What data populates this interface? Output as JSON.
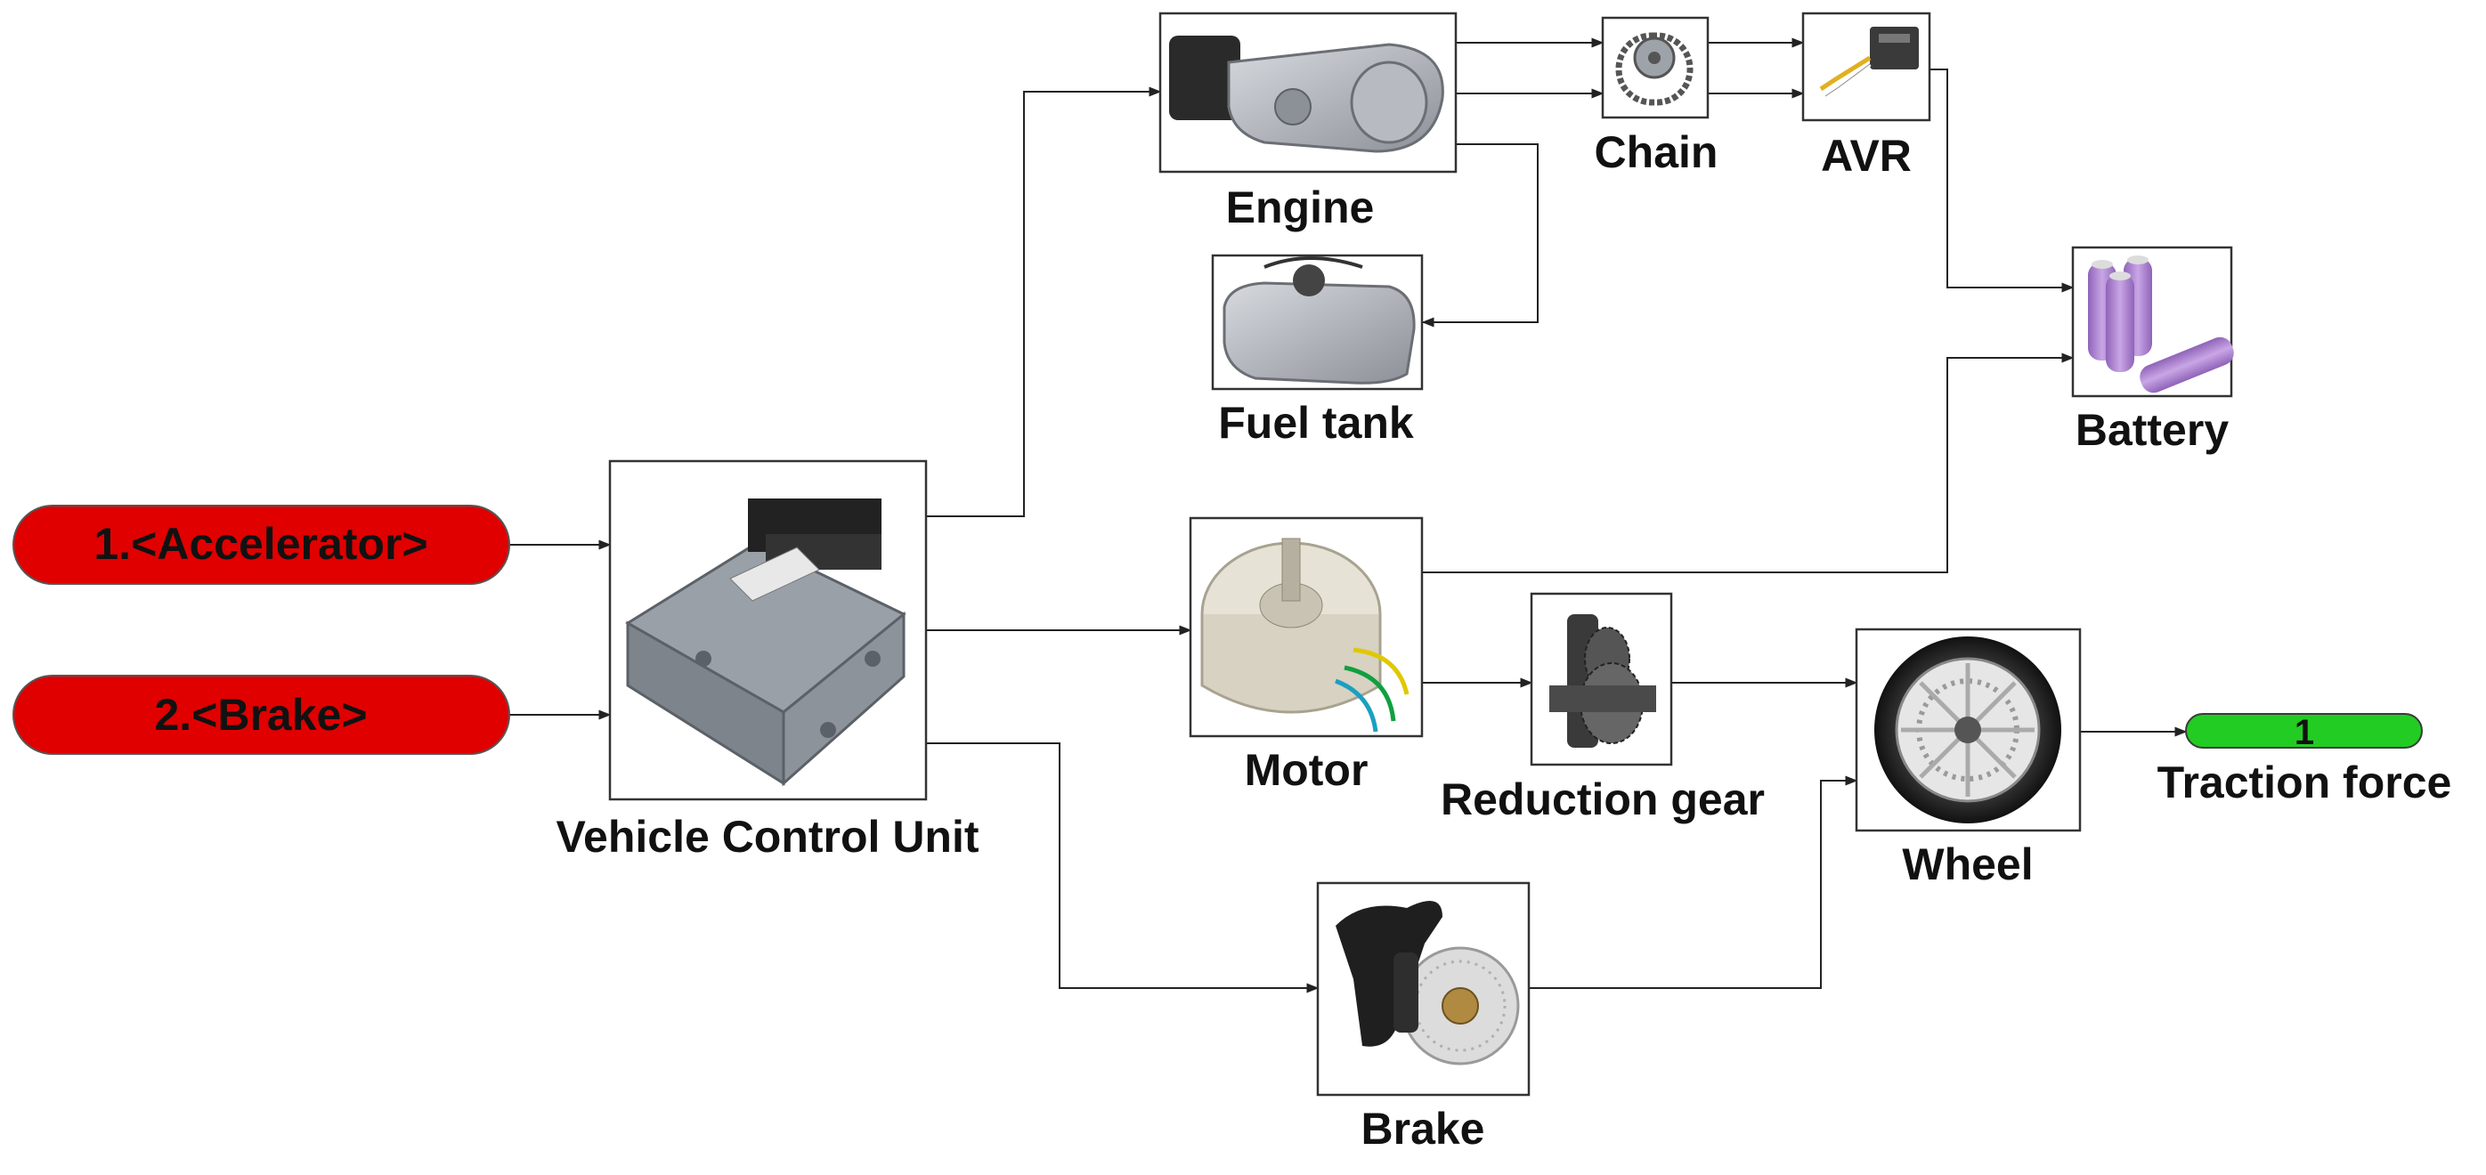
{
  "inports": [
    {
      "label": "1.<Accelerator>",
      "color": "#e00000"
    },
    {
      "label": "2.<Brake>",
      "color": "#e00000"
    }
  ],
  "outport": {
    "number": "1",
    "label": "Traction force",
    "color": "#22cc22"
  },
  "blocks": {
    "vcu": {
      "label": "Vehicle Control Unit",
      "icon": "ecu-module-icon"
    },
    "engine": {
      "label": "Engine",
      "icon": "engine-icon"
    },
    "fuel_tank": {
      "label": "Fuel tank",
      "icon": "fuel-tank-icon"
    },
    "chain": {
      "label": "Chain",
      "icon": "chain-sprocket-icon"
    },
    "avr": {
      "label": "AVR",
      "icon": "voltage-regulator-icon"
    },
    "battery": {
      "label": "Battery",
      "icon": "battery-cells-icon"
    },
    "motor": {
      "label": "Motor",
      "icon": "electric-motor-icon"
    },
    "reduction_gear": {
      "label": "Reduction gear",
      "icon": "gearbox-icon"
    },
    "wheel": {
      "label": "Wheel",
      "icon": "wheel-icon"
    },
    "brake": {
      "label": "Brake",
      "icon": "disc-brake-icon"
    }
  },
  "colors": {
    "battery_cell": "#b58fd6",
    "metal": "#a9adb3",
    "dark": "#2a2a2a"
  }
}
